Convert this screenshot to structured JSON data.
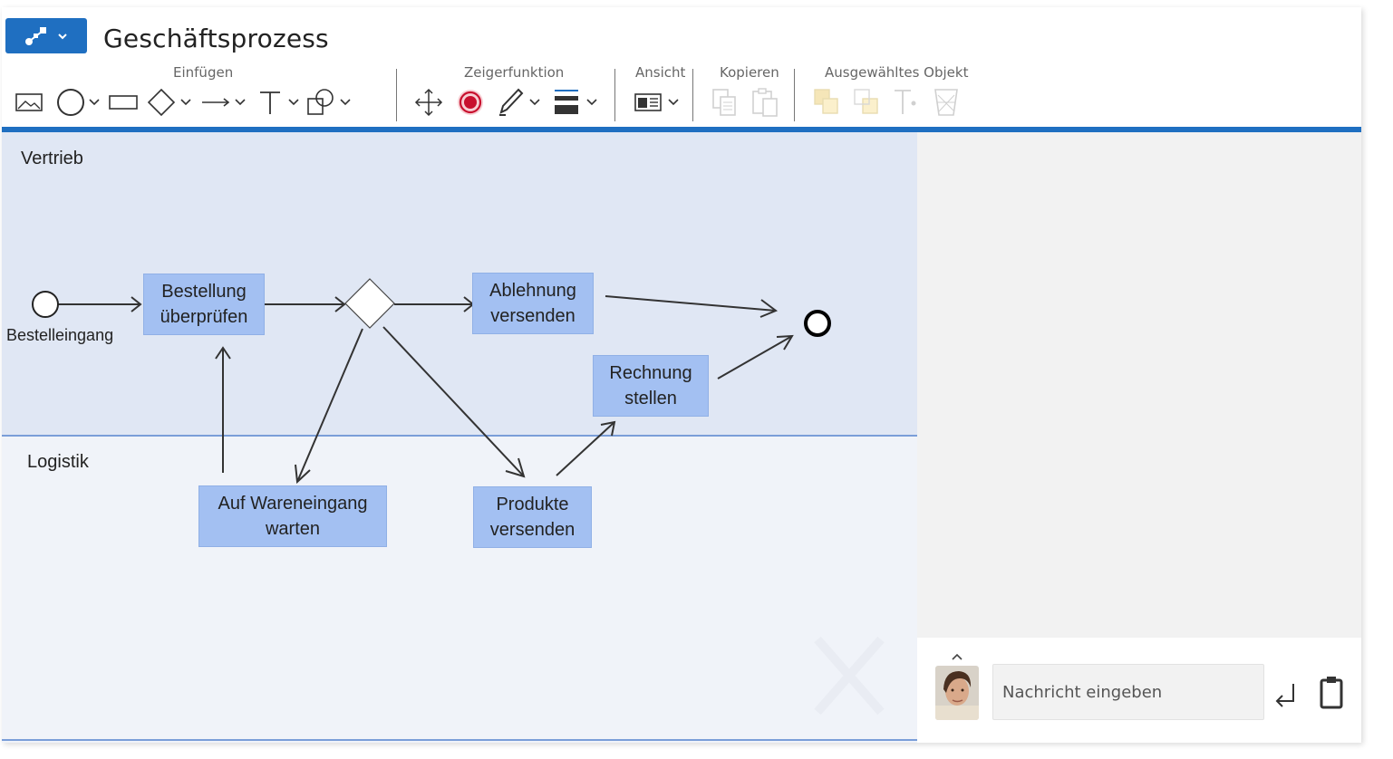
{
  "header": {
    "app_button_icon": "diagram-icon",
    "title": "Geschäftsprozess"
  },
  "toolbar": {
    "groups": {
      "insert": "Einfügen",
      "pointer": "Zeigerfunktion",
      "view": "Ansicht",
      "copy": "Kopieren",
      "selected": "Ausgewähltes Objekt"
    },
    "icons": {
      "insert": [
        "image-icon",
        "circle-icon",
        "rectangle-icon",
        "diamond-icon",
        "arrow-icon",
        "text-icon",
        "shapes-icon"
      ],
      "pointer": [
        "move-icon",
        "laser-pointer-icon",
        "pen-icon",
        "line-weight-icon"
      ],
      "view": [
        "view-layout-icon"
      ],
      "copy": [
        "copy-icon",
        "paste-icon"
      ],
      "selected": [
        "bring-forward-icon",
        "send-backward-icon",
        "text-format-icon",
        "delete-icon"
      ]
    },
    "colors": {
      "accent": "#1f6fc1",
      "pointer_red": "#c8102e",
      "disabled": "#d0d0d0"
    }
  },
  "diagram": {
    "lanes": [
      "Vertrieb",
      "Logistik"
    ],
    "start_event_label": "Bestelleingang",
    "tasks": {
      "check_order": "Bestellung\nüberprüfen",
      "send_rejection": "Ablehnung\nversenden",
      "invoice": "Rechnung\nstellen",
      "wait_goods": "Auf Wareneingang\nwarten",
      "ship_products": "Produkte\nversenden"
    },
    "colors": {
      "task_fill": "#a3c0f2",
      "lane1_fill": "#e0e7f4",
      "lane2_fill": "#f0f3f9",
      "lane_border": "#7a9ed8"
    }
  },
  "chat": {
    "placeholder": "Nachricht eingeben",
    "expand_icon": "chevron-up-icon",
    "send_icon": "enter-icon",
    "clipboard_icon": "clipboard-icon"
  }
}
